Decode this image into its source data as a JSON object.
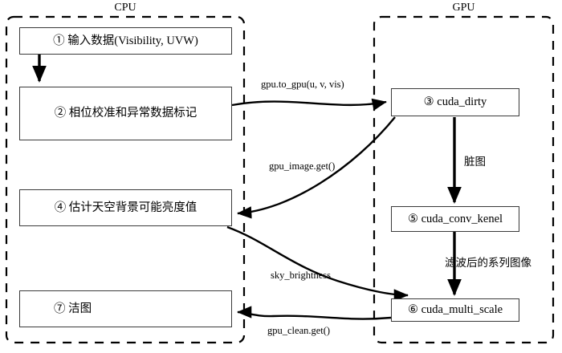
{
  "diagram": {
    "title": "CPU-GPU CLEAN imaging pipeline flowchart",
    "zones": [
      {
        "id": "cpu",
        "label": "CPU"
      },
      {
        "id": "gpu",
        "label": "GPU"
      }
    ],
    "nodes": [
      {
        "id": "n1",
        "label": "① 输入数据(Visibility, UVW)",
        "zone": "cpu"
      },
      {
        "id": "n2",
        "label": "② 相位校准和异常数据标记",
        "zone": "cpu"
      },
      {
        "id": "n3",
        "label": "③ cuda_dirty",
        "zone": "gpu"
      },
      {
        "id": "n4",
        "label": "④ 估计天空背景可能亮度值",
        "zone": "cpu"
      },
      {
        "id": "n5",
        "label": "⑤ cuda_conv_kenel",
        "zone": "gpu"
      },
      {
        "id": "n6",
        "label": "⑥ cuda_multi_scale",
        "zone": "gpu"
      },
      {
        "id": "n7",
        "label": "⑦ 洁图",
        "zone": "cpu"
      }
    ],
    "edges": [
      {
        "id": "e1",
        "from": "n1",
        "to": "n2",
        "label": ""
      },
      {
        "id": "e2",
        "from": "n2",
        "to": "n3",
        "label": "gpu.to_gpu(u, v, vis)"
      },
      {
        "id": "e3",
        "from": "n3",
        "to": "n4",
        "label": "gpu_image.get()"
      },
      {
        "id": "e4",
        "from": "n3",
        "to": "n5",
        "label": "脏图"
      },
      {
        "id": "e5",
        "from": "n5",
        "to": "n6",
        "label": "滤波后的系列图像"
      },
      {
        "id": "e6",
        "from": "n4",
        "to": "n6",
        "label": "sky_brightness"
      },
      {
        "id": "e7",
        "from": "n6",
        "to": "n7",
        "label": "gpu_clean.get()"
      }
    ],
    "colors": {
      "stroke": "#000000",
      "box_border": "#3a3a3a",
      "background": "#ffffff"
    }
  }
}
